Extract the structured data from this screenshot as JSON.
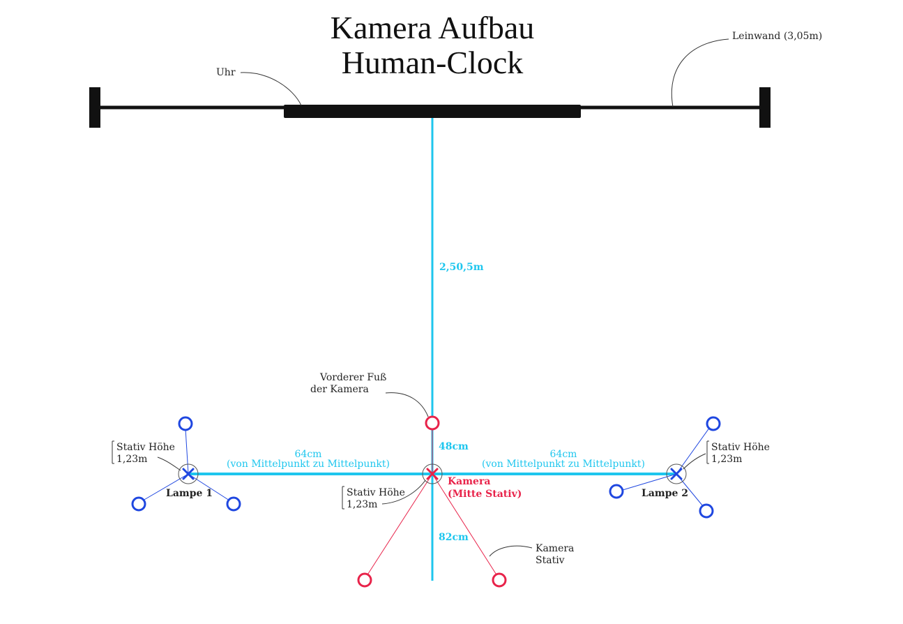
{
  "title": {
    "line1": "Kamera Aufbau",
    "line2": "Human-Clock"
  },
  "labels": {
    "uhr": "Uhr",
    "leinwand": "Leinwand (3,05m)",
    "distance_main": "2,50,5m",
    "vorderer_fuss_line1": "Vorderer Fuß",
    "vorderer_fuss_line2": "der Kamera",
    "dist_48": "48cm",
    "dist_82": "82cm",
    "dist_left_line1": "64cm",
    "dist_left_line2": "(von Mittelpunkt zu Mittelpunkt)",
    "dist_right_line1": "64cm",
    "dist_right_line2": "(von Mittelpunkt zu Mittelpunkt)",
    "stativ_left_line1": "Stativ Höhe",
    "stativ_left_line2": "1,23m",
    "stativ_center_line1": "Stativ Höhe",
    "stativ_center_line2": "1,23m",
    "stativ_right_line1": "Stativ Höhe",
    "stativ_right_line2": "1,23m",
    "lampe1": "Lampe 1",
    "lampe2": "Lampe 2",
    "kamera_line1": "Kamera",
    "kamera_line2": "(Mitte Stativ)",
    "kamera_stativ_line1": "Kamera",
    "kamera_stativ_line2": "Stativ"
  },
  "colors": {
    "cyan": "#1ec6ee",
    "red": "#e8234a",
    "blue": "#1f47e0",
    "black": "#111111"
  }
}
